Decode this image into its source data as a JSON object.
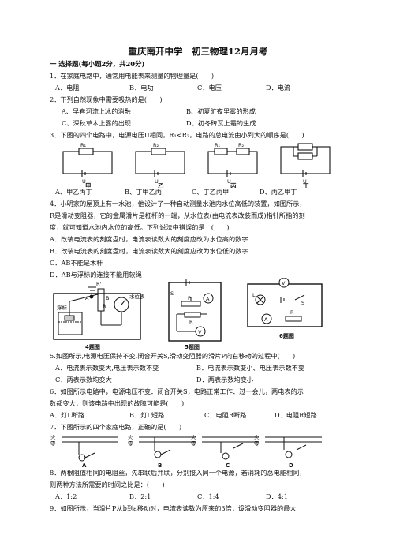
{
  "title": "重庆南开中学　初三物理12月月考",
  "section1": "一 选择题(每小题2分，共20分)",
  "q1": {
    "stem": "1．在家庭电路中，通常用电能表来测量的物理量是(　　)",
    "opts": [
      "A．电阻",
      "B．电功",
      "C．电压",
      "D．电流"
    ]
  },
  "q2": {
    "stem": "2．下列自然现象中需要吸热的是(　　)",
    "opts": [
      "A、早春河流上冰的消融",
      "B、初夏旷夜里雾的形成",
      "C、深秋草木上露的出现",
      "D、初冬砖瓦上霜的生成"
    ]
  },
  "q3": {
    "stem": "3．下图的四个电路中，电源电压U相同，R₁<R₂，电路的总电流由小到大的顺序是(　　)",
    "labels": [
      "甲",
      "乙",
      "丙",
      "丁"
    ],
    "symbols": {
      "R1": "R₁",
      "R2": "R₂",
      "U": "U"
    },
    "opts": [
      "A、甲乙丙丁",
      "B、丁甲乙丙",
      "C、丁乙丙甲",
      "D、丙乙甲丁"
    ]
  },
  "q4": {
    "line1": "4．小明家的屋顶上有一水池，他设计了一种自动测量水池内水位高低的装置，如图所示，",
    "line2": "R是滑动变阻器，它的金属滑片是杠杆的一端，从水位表(由电流表改装而成)指针所指的刻",
    "line3": "度，就可知道水池内水位的高低。下列说法中错误的是　(　　)",
    "opts": [
      "A．改装电流表的刻度盘时，电流表读数大的刻度应改为水位高的数字",
      "B．改装电流表的刻度盘时，电流表读数大的刻度应改为水位低的数字",
      "C．AB不能是木杆",
      "D．AB与浮标的连接不能用软绳"
    ]
  },
  "figs": {
    "f4": "4题图",
    "f5": "5题图",
    "f6": "6题图",
    "float_label": "浮标",
    "water_gauge": "水位表",
    "labels": {
      "A": "A",
      "B": "B",
      "R": "R",
      "Rp": "R'",
      "S": "S",
      "P": "P",
      "L": "L",
      "V": "V",
      "Am": "A"
    }
  },
  "q5": {
    "stem": "5.如图所示,电源电压保持不变,闭合开关S,滑动变阻器的滑片P向右移动的过程中(　　)",
    "opts": [
      "A．电流表示数变大,电压表示数不变",
      "B．电流表示数变小、电压表示数不变",
      "C．两表示数均变大",
      "D．两表示数均变小"
    ]
  },
  "q6": {
    "line1": "6．如图所示电路中，电源电压不变．闭合开关S，电路正常工作．过一会儿，两电表的示",
    "line2": "数都变大，则该电路中出现的故障可能是(　　)",
    "opts": [
      "A．灯L断路",
      "B．灯L短路",
      "C．电阻R断路",
      "D．电阻R短路"
    ]
  },
  "q7": {
    "stem": "7．下图所示的四个家庭电路，正确的是(　　)",
    "fire": "火",
    "zero": "零",
    "labels": [
      "A",
      "B",
      "C",
      "D"
    ]
  },
  "q8": {
    "line1": "8．两根阻值相同的电阻丝，先串联后并联，分别接入同一个电源，若消耗的总电能相同，",
    "line2": "则两种方法所需要的时间之比是：(　　)",
    "opts": [
      "A．1:2",
      "B．2:1",
      "C．1:4",
      "D．4:1"
    ]
  },
  "q9": {
    "stem": "9．如图所示，当滑片P从b到a移动时，电流表读数为原来的3倍，设滑动变阻器的最大"
  }
}
